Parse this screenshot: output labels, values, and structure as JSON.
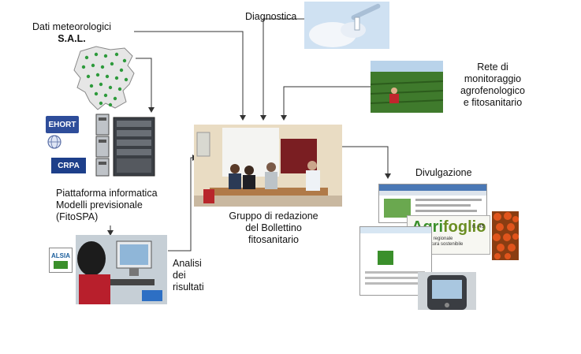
{
  "labels": {
    "dati_meteo_line1": "Dati meteorologici",
    "dati_meteo_line2": "S.A.L.",
    "diagnostica": "Diagnostica",
    "rete": "Rete di\nmonitoraggio\nagrofenologico\ne fitosanitario",
    "divulgazione": "Divulgazione",
    "piattaforma": "Piattaforma informatica\nModelli previsionale\n(FitoSPA)",
    "gruppo": "Gruppo di redazione\ndel Bollettino\nfitosanitario",
    "analisi": "Analisi\ndei\nrisultati"
  },
  "logos": {
    "ehort": "EHORT",
    "crpa": "CRPA",
    "alsia": "ALSIA"
  },
  "magazine": {
    "title_part1": "Agri",
    "title_part2": "foglio",
    "issue": "n. 45",
    "subtitle": "Notiziario regionale\ndi agricoltura sostenibile"
  },
  "colors": {
    "arrow": "#333333",
    "map_green": "#2e9a3c",
    "agri_green": "#3a8f2b"
  }
}
